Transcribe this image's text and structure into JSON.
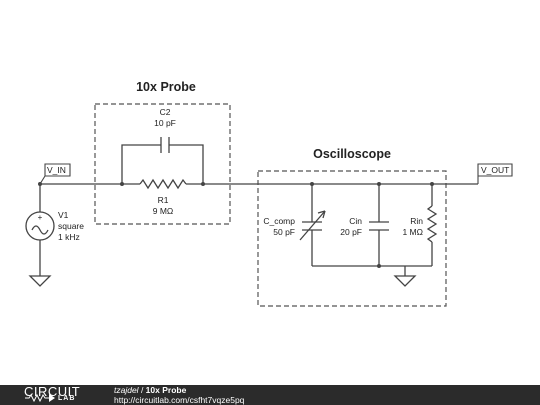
{
  "titles": {
    "probe": "10x Probe",
    "scope": "Oscilloscope"
  },
  "nets": {
    "in": "V_IN",
    "out": "V_OUT"
  },
  "components": {
    "c2": {
      "name": "C2",
      "value": "10 pF"
    },
    "r1": {
      "name": "R1",
      "value": "9 MΩ"
    },
    "v1": {
      "name": "V1",
      "type": "square",
      "freq": "1 kHz"
    },
    "c_comp": {
      "name": "C_comp",
      "value": "50 pF"
    },
    "cin": {
      "name": "Cin",
      "value": "20 pF"
    },
    "rin": {
      "name": "Rin",
      "value": "1 MΩ"
    }
  },
  "footer": {
    "brand_top": "CIRCUIT",
    "brand_bottom": "LAB",
    "author": "tzajdel",
    "separator": " / ",
    "title": "10x Probe",
    "url": "http://circuitlab.com/csfht7vqze5pq"
  },
  "colors": {
    "wire": "#444444",
    "footer_bg": "#2b2b2b"
  }
}
